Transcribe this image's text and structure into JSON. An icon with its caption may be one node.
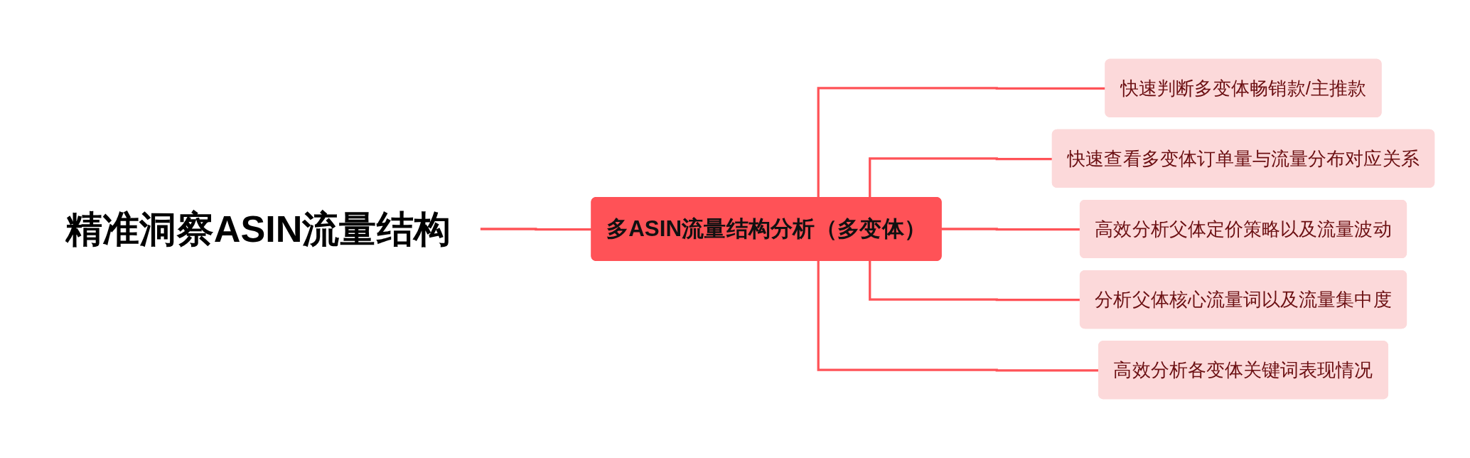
{
  "diagram": {
    "nodes": [
      {
        "text": [
          "精准洞察ASIN流量结构"
        ]
      },
      {
        "text": [
          "多ASIN流量结构分析（多变体）"
        ]
      },
      {
        "text": [
          "快速判断多变体畅销款/主推款"
        ]
      },
      {
        "text": [
          "快速查看多变体订单量与流量分布对应关系"
        ]
      },
      {
        "text": [
          "高效分析父体定价策略以及流量波动"
        ]
      },
      {
        "text": [
          "分析父体核心流量词以及流量集中度"
        ]
      },
      {
        "text": [
          "高效分析各变体关键词表现情况"
        ]
      }
    ],
    "edges": [
      {
        "from": 0,
        "to": 1,
        "arrow": "none"
      },
      {
        "from": 1,
        "to": 2,
        "arrow": "none"
      },
      {
        "from": 1,
        "to": 3,
        "arrow": "none"
      },
      {
        "from": 1,
        "to": 4,
        "arrow": "none"
      },
      {
        "from": 1,
        "to": 5,
        "arrow": "none"
      },
      {
        "from": 1,
        "to": 6,
        "arrow": "none"
      }
    ]
  }
}
